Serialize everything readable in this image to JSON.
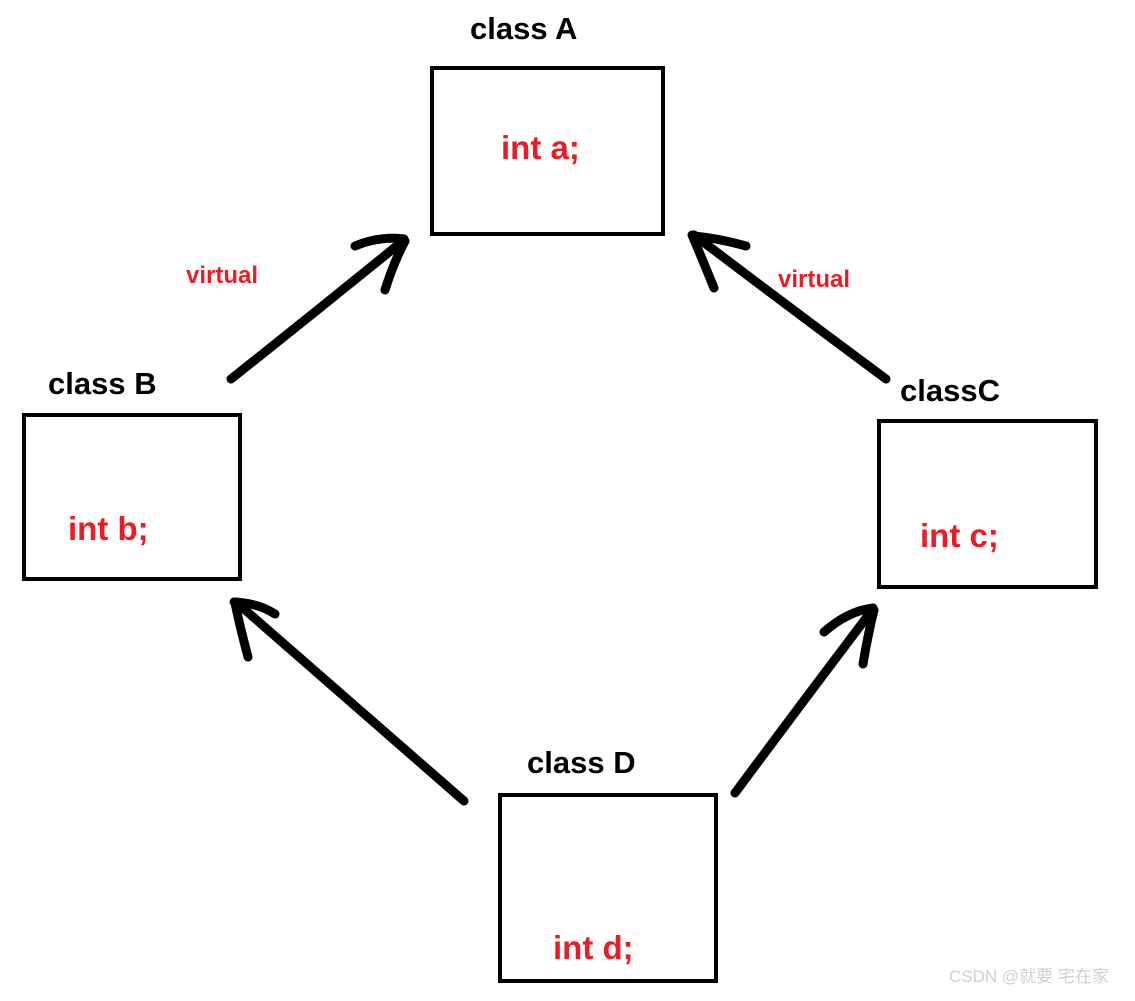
{
  "diagram": {
    "title": "Virtual inheritance diamond",
    "colors": {
      "box_border": "#000000",
      "member_text": "#ED1C24",
      "class_title": "#000000",
      "edge_label": "#ED1C24",
      "arrow": "#000000",
      "background": "#FFFFFF",
      "watermark": "#CFCFCF"
    },
    "nodes": [
      {
        "id": "A",
        "title": "class A",
        "member": "int a;"
      },
      {
        "id": "B",
        "title": "class B",
        "member": "int b;"
      },
      {
        "id": "C",
        "title": "classC",
        "member": "int c;"
      },
      {
        "id": "D",
        "title": "class D",
        "member": "int d;"
      }
    ],
    "edges": [
      {
        "id": "b-a",
        "from": "B",
        "to": "A",
        "label": "virtual"
      },
      {
        "id": "c-a",
        "from": "C",
        "to": "A",
        "label": "virtual"
      },
      {
        "id": "d-b",
        "from": "D",
        "to": "B",
        "label": ""
      },
      {
        "id": "d-c",
        "from": "D",
        "to": "C",
        "label": ""
      }
    ]
  },
  "watermark": {
    "text": "CSDN @就要 宅在家"
  }
}
